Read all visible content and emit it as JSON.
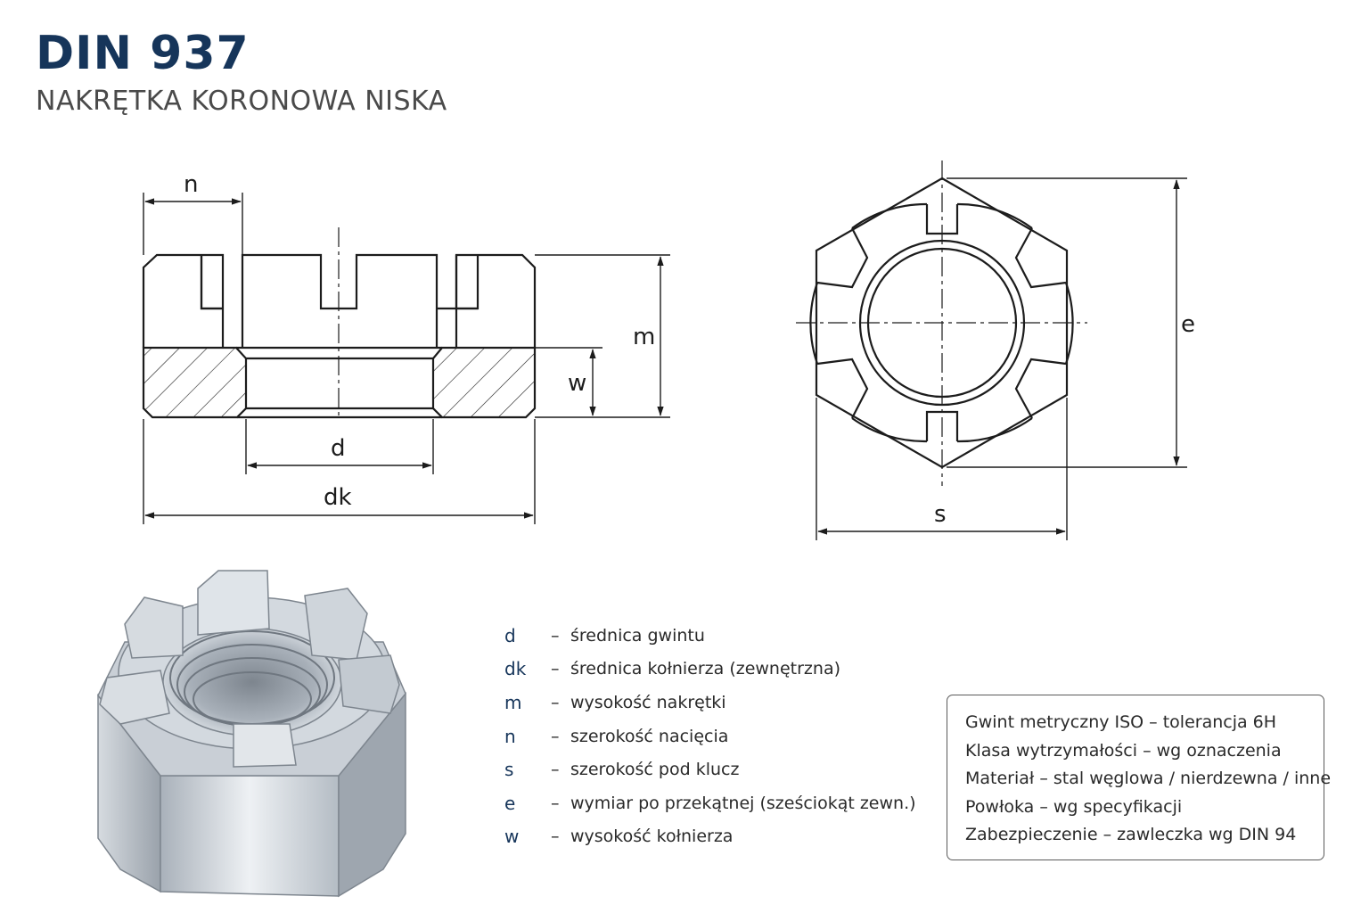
{
  "title": "DIN 937",
  "subtitle": "NAKRĘTKA KORONOWA NISKA",
  "dimensions": {
    "n": "n",
    "m": "m",
    "w": "w",
    "d": "d",
    "dk": "dk",
    "e": "e",
    "s": "s"
  },
  "legend": [
    {
      "symbol": "d",
      "text": "średnica gwintu"
    },
    {
      "symbol": "dk",
      "text": "średnica kołnierza (zewnętrzna)"
    },
    {
      "symbol": "m",
      "text": "wysokość nakrętki"
    },
    {
      "symbol": "n",
      "text": "szerokość nacięcia"
    },
    {
      "symbol": "s",
      "text": "szerokość pod klucz"
    },
    {
      "symbol": "e",
      "text": "wymiar po przekątnej (sześciokąt zewn.)"
    },
    {
      "symbol": "w",
      "text": "wysokość kołnierza"
    }
  ],
  "legend_dash": "–",
  "spec_box": [
    "Gwint metryczny ISO – tolerancja 6H",
    "Klasa wytrzymałości – wg oznaczenia",
    "Materiał – stal węglowa / nierdzewna / inne",
    "Powłoka – wg specyfikacji",
    "Zabezpieczenie – zawleczka wg DIN 94"
  ],
  "colors": {
    "title": "#16355a",
    "line": "#1c1c1c",
    "metal_light": "#e4e8ec",
    "metal_mid": "#b9c0c8",
    "metal_dark": "#8c949c"
  }
}
